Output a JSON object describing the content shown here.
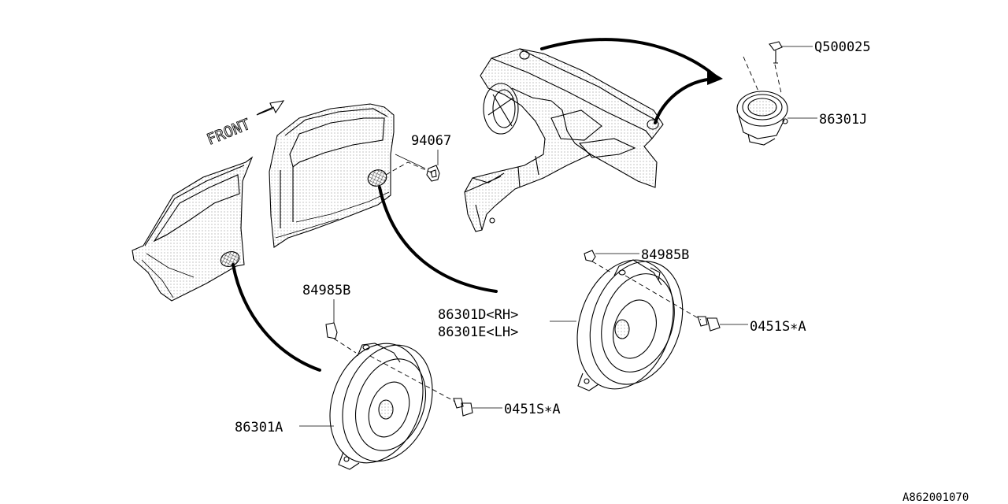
{
  "front_label": "FRONT",
  "diagram_code": "A862001070",
  "labels": {
    "q500025": "Q500025",
    "p86301j": "86301J",
    "p94067": "94067",
    "p84985b_right": "84985B",
    "p86301d": "86301D<RH>",
    "p86301e": "86301E<LH>",
    "p0451s_right": "0451S∗A",
    "p84985b_left": "84985B",
    "p0451s_left": "0451S∗A",
    "p86301a": "86301A"
  }
}
